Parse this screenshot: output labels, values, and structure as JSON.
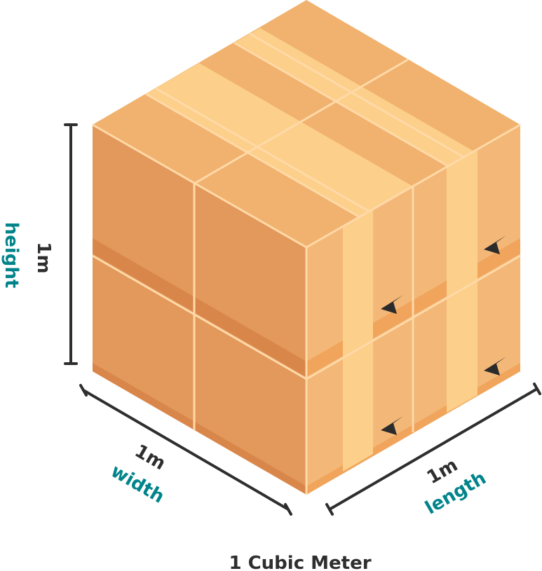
{
  "labels": {
    "height_value": "1m",
    "height_name": "height",
    "width_value": "1m",
    "width_name": "width",
    "length_value": "1m",
    "length_name": "length",
    "caption": "1 Cubic Meter"
  },
  "icons": [
    "package-box-icon",
    "arrow-pointer-icon"
  ],
  "colors": {
    "top_face": "#F0B26E",
    "left_face": "#E2995B",
    "right_face": "#F3B877",
    "tape": "#FCCF8A",
    "seam": "#FFD9A8",
    "band_dark": "#D9864A",
    "band_light": "#F0A45C",
    "dimension_line": "#2E2E2E",
    "label_dark": "#2E2E2E",
    "label_teal": "#00848A",
    "arrow": "#2B2B2B"
  }
}
